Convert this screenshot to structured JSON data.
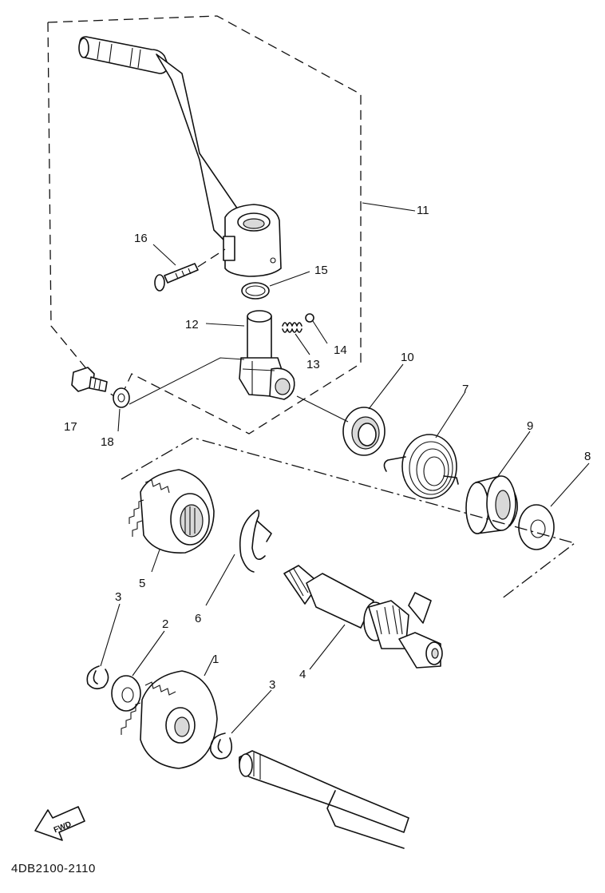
{
  "parts": [
    {
      "id": "part-1",
      "label": "1"
    },
    {
      "id": "part-2",
      "label": "2"
    },
    {
      "id": "part-3a",
      "label": "3"
    },
    {
      "id": "part-3b",
      "label": "3"
    },
    {
      "id": "part-4",
      "label": "4"
    },
    {
      "id": "part-5",
      "label": "5"
    },
    {
      "id": "part-6",
      "label": "6"
    },
    {
      "id": "part-7",
      "label": "7"
    },
    {
      "id": "part-8",
      "label": "8"
    },
    {
      "id": "part-9",
      "label": "9"
    },
    {
      "id": "part-10",
      "label": "10"
    },
    {
      "id": "part-11",
      "label": "11"
    },
    {
      "id": "part-12",
      "label": "12"
    },
    {
      "id": "part-13",
      "label": "13"
    },
    {
      "id": "part-14",
      "label": "14"
    },
    {
      "id": "part-15",
      "label": "15"
    },
    {
      "id": "part-16",
      "label": "16"
    },
    {
      "id": "part-17",
      "label": "17"
    },
    {
      "id": "part-18",
      "label": "18"
    }
  ],
  "fwd_label": "FWD",
  "diagram_code": "4DB2100-2110"
}
